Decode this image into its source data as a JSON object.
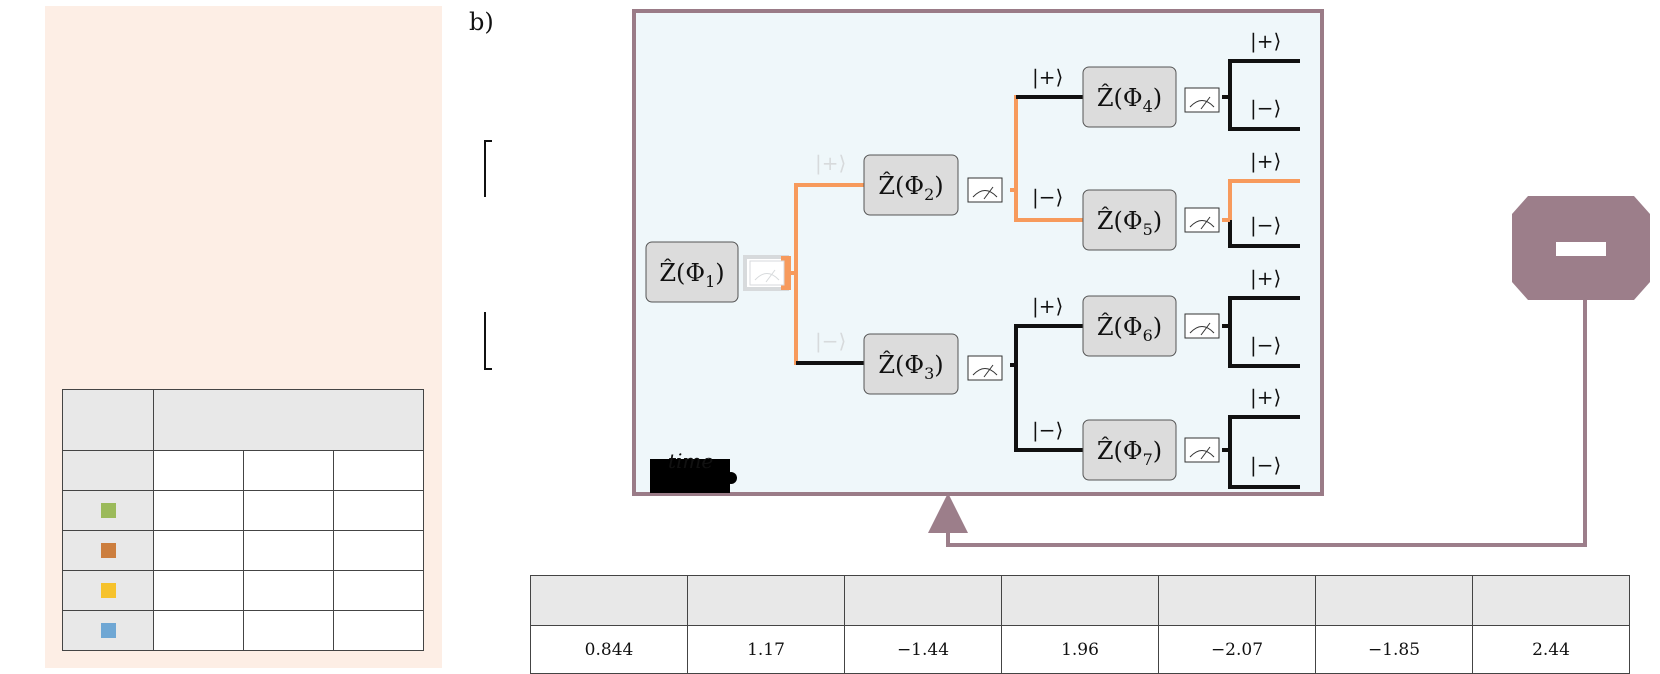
{
  "panel_label": "b)",
  "tree": {
    "nodes": [
      {
        "name": "Z(Φ1)",
        "base": "Ẑ(Φ",
        "sub": "1"
      },
      {
        "name": "Z(Φ2)",
        "base": "Ẑ(Φ",
        "sub": "2"
      },
      {
        "name": "Z(Φ3)",
        "base": "Ẑ(Φ",
        "sub": "3"
      },
      {
        "name": "Z(Φ4)",
        "base": "Ẑ(Φ",
        "sub": "4"
      },
      {
        "name": "Z(Φ5)",
        "base": "Ẑ(Φ",
        "sub": "5"
      },
      {
        "name": "Z(Φ6)",
        "base": "Ẑ(Φ",
        "sub": "6"
      },
      {
        "name": "Z(Φ7)",
        "base": "Ẑ(Φ",
        "sub": "7"
      }
    ],
    "ket_plus": "|+⟩",
    "ket_minus": "|−⟩",
    "time_label": "time",
    "colors": {
      "frame": "#9a7b87",
      "background": "#eff7fa",
      "highlight": "#f79a5c",
      "branch": "#111111",
      "faded": "#d7dadc",
      "node_fill": "#dcdcdc"
    }
  },
  "legend": {
    "swatch_colors": [
      "#9bba5a",
      "#cc7e3e",
      "#f6c22c",
      "#6fa7d4"
    ],
    "panel_color": "#fdeee5",
    "header_color": "#e8e8e8"
  },
  "phase_values": [
    "0.844",
    "1.17",
    "−1.44",
    "1.96",
    "−2.07",
    "−1.85",
    "2.44"
  ],
  "device": {
    "icon": "monitor-icon",
    "color": "#9c7e8a"
  }
}
